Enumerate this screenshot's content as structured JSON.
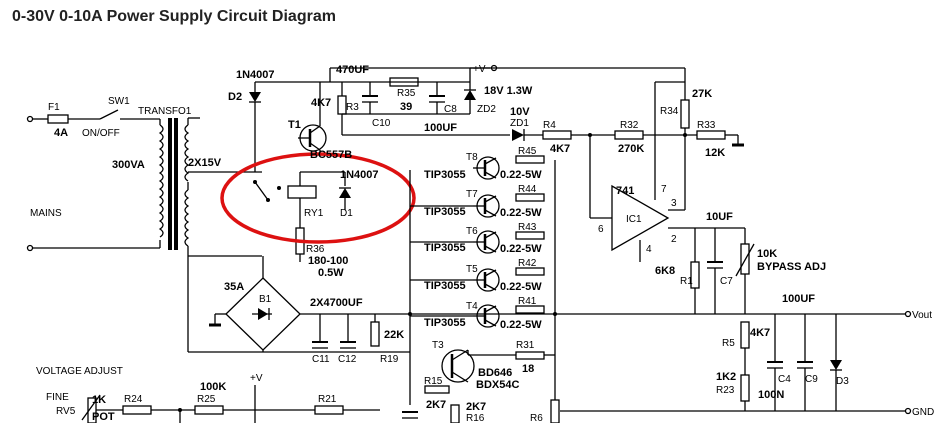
{
  "title": "0-30V 0-10A Power Supply Circuit Diagram",
  "labels": {
    "f1": "F1",
    "f1v": "4A",
    "sw1": "SW1",
    "onoff": "ON/OFF",
    "transfo": "TRANSFO1",
    "va": "300VA",
    "x15": "2X15V",
    "mains": "MAINS",
    "d2n": "1N4007",
    "d2": "D2",
    "t1": "T1",
    "t1p": "BC557B",
    "uf470": "470UF",
    "vplus": "+V",
    "r3": "R3",
    "r3v": "4K7",
    "c10": "C10",
    "r35": "R35",
    "r35v": "39",
    "c8": "C8",
    "c8v": "100UF",
    "zd2v": "18V 1.3W",
    "zd2": "ZD2",
    "v10": "10V",
    "zd1": "ZD1",
    "r4": "R4",
    "r4v": "4K7",
    "r32": "R32",
    "r32v": "270K",
    "r34": "R34",
    "k27": "27K",
    "r33": "R33",
    "k12": "12K",
    "d1n": "1N4007",
    "ry1": "RY1",
    "d1": "D1",
    "r36": "R36",
    "r36v": "180-100",
    "r36w": "0.5W",
    "t8": "T8",
    "t7": "T7",
    "t6": "T6",
    "t5": "T5",
    "t4": "T4",
    "tip": "TIP3055",
    "r45": "R45",
    "r44": "R44",
    "r43": "R43",
    "r42": "R42",
    "r41": "R41",
    "rv": "0.22-5W",
    "ic": "741",
    "ic1": "IC1",
    "p7": "7",
    "p3": "3",
    "p6": "6",
    "p4": "4",
    "p2": "2",
    "uf10": "10UF",
    "k6": "6K8",
    "r1": "R1",
    "c7": "C7",
    "k10": "10K",
    "byp": "BYPASS ADJ",
    "a35": "35A",
    "b1": "B1",
    "x4700": "2X4700UF",
    "k22": "22K",
    "c11": "C11",
    "c12": "C12",
    "r19": "R19",
    "uf100": "100UF",
    "vout": "Vout",
    "r5": "R5",
    "k47b": "4K7",
    "k12b": "1K2",
    "r23": "R23",
    "c4": "C4",
    "c9": "C9",
    "d3": "D3",
    "n100": "100N",
    "gnd": "GND",
    "t3": "T3",
    "bd646": "BD646",
    "bdx": "BDX54C",
    "r31": "R31",
    "r31v": "18",
    "r15": "R15",
    "k27b": "2K7",
    "k27c": "2K7",
    "r16": "R16",
    "r6": "R6",
    "vadj": "VOLTAGE ADJUST",
    "fine": "FINE",
    "rv5": "RV5",
    "k1": "1K",
    "pot": "POT",
    "r24": "R24",
    "k100": "100K",
    "r25": "R25",
    "vplus2": "+V",
    "r21": "R21"
  }
}
